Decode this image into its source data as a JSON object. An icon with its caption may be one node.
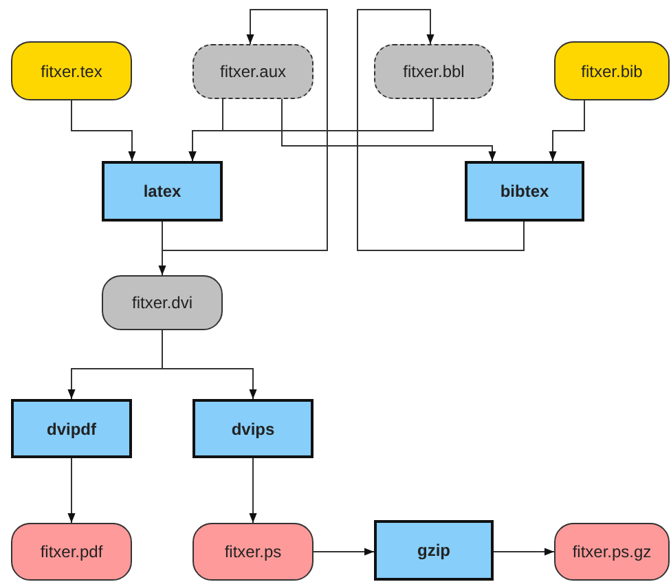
{
  "diagram": {
    "nodes": [
      {
        "text": [
          "fitxer.tex"
        ]
      },
      {
        "text": [
          "fitxer.aux"
        ]
      },
      {
        "text": [
          "fitxer.bbl"
        ]
      },
      {
        "text": [
          "fitxer.bib"
        ]
      },
      {
        "text": [
          "latex"
        ]
      },
      {
        "text": [
          "bibtex"
        ]
      },
      {
        "text": [
          "fitxer.dvi"
        ]
      },
      {
        "text": [
          "dvipdf"
        ]
      },
      {
        "text": [
          "dvips"
        ]
      },
      {
        "text": [
          "fitxer.pdf"
        ]
      },
      {
        "text": [
          "fitxer.ps"
        ]
      },
      {
        "text": [
          "gzip"
        ]
      },
      {
        "text": [
          "fitxer.ps.gz"
        ]
      }
    ],
    "edges": [
      {
        "from": 0,
        "to": 4,
        "arrow": "to"
      },
      {
        "from": 1,
        "to": 4,
        "arrow": "to"
      },
      {
        "from": 2,
        "to": 4,
        "arrow": "to"
      },
      {
        "from": 1,
        "to": 5,
        "arrow": "to"
      },
      {
        "from": 3,
        "to": 5,
        "arrow": "to"
      },
      {
        "from": 4,
        "to": 1,
        "arrow": "to"
      },
      {
        "from": 4,
        "to": 6,
        "arrow": "to"
      },
      {
        "from": 5,
        "to": 2,
        "arrow": "to"
      },
      {
        "from": 6,
        "to": 7,
        "arrow": "to"
      },
      {
        "from": 6,
        "to": 8,
        "arrow": "to"
      },
      {
        "from": 7,
        "to": 9,
        "arrow": "to"
      },
      {
        "from": 8,
        "to": 10,
        "arrow": "to"
      },
      {
        "from": 10,
        "to": 11,
        "arrow": "to"
      },
      {
        "from": 11,
        "to": 12,
        "arrow": "to"
      }
    ]
  }
}
